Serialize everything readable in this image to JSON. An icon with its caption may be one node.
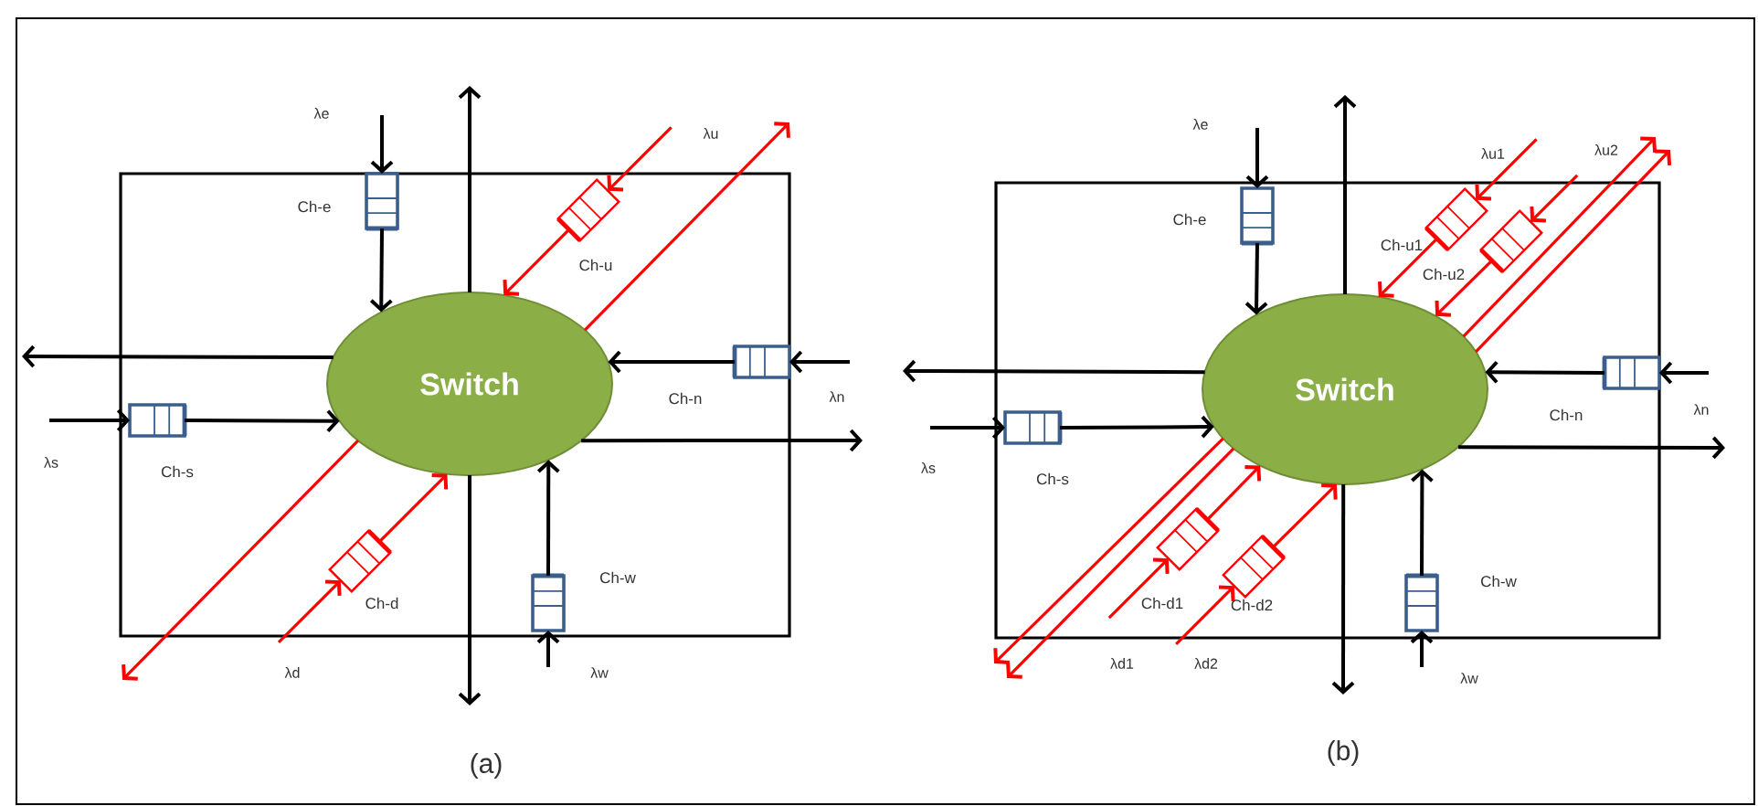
{
  "diagram": {
    "nodes": [
      {
        "text": [
          "Switch"
        ]
      },
      {
        "text": [],
        "shape": "box",
        "beside": [
          "Ch-e"
        ]
      },
      {
        "text": [],
        "shape": "box",
        "beside": [
          "Ch-s"
        ]
      },
      {
        "text": [],
        "shape": "box",
        "beside": [
          "Ch-n"
        ]
      },
      {
        "text": [],
        "shape": "box",
        "beside": [
          "Ch-w"
        ]
      },
      {
        "text": [],
        "shape": "box",
        "beside": [
          "Ch-u"
        ]
      },
      {
        "text": [],
        "shape": "box",
        "beside": [
          "Ch-d"
        ]
      },
      {
        "text": [
          "Switch"
        ]
      },
      {
        "text": [],
        "shape": "box",
        "beside": [
          "Ch-e"
        ]
      },
      {
        "text": [],
        "shape": "box",
        "beside": [
          "Ch-s"
        ]
      },
      {
        "text": [],
        "shape": "box",
        "beside": [
          "Ch-n"
        ]
      },
      {
        "text": [],
        "shape": "box",
        "beside": [
          "Ch-w"
        ]
      },
      {
        "text": [],
        "shape": "box",
        "beside": [
          "Ch-u1"
        ]
      },
      {
        "text": [],
        "shape": "box",
        "beside": [
          "Ch-u2"
        ]
      },
      {
        "text": [],
        "shape": "box",
        "beside": [
          "Ch-d1"
        ]
      },
      {
        "text": [],
        "shape": "box",
        "beside": [
          "Ch-d2"
        ]
      }
    ],
    "edges": [
      {
        "from": null,
        "to": 1,
        "arrow": "to"
      },
      {
        "from": 1,
        "to": 0,
        "arrow": "to"
      },
      {
        "from": 0,
        "to": null,
        "arrow": "to"
      },
      {
        "from": 0,
        "to": null,
        "arrow": "to"
      },
      {
        "from": null,
        "to": 2,
        "arrow": "to"
      },
      {
        "from": 2,
        "to": 0,
        "arrow": "to"
      },
      {
        "from": null,
        "to": 3,
        "arrow": "to"
      },
      {
        "from": 3,
        "to": 0,
        "arrow": "to"
      },
      {
        "from": 0,
        "to": null,
        "arrow": "to"
      },
      {
        "from": 0,
        "to": null,
        "arrow": "to"
      },
      {
        "from": null,
        "to": 4,
        "arrow": "to"
      },
      {
        "from": 4,
        "to": 0,
        "arrow": "to"
      },
      {
        "from": null,
        "to": 5,
        "arrow": "to",
        "color": "#ff0000"
      },
      {
        "from": 5,
        "to": 0,
        "arrow": "to",
        "color": "#ff0000"
      },
      {
        "from": 0,
        "to": null,
        "arrow": "to",
        "color": "#ff0000"
      },
      {
        "from": 0,
        "to": null,
        "arrow": "to",
        "color": "#ff0000"
      },
      {
        "from": null,
        "to": 6,
        "arrow": "to",
        "color": "#ff0000"
      },
      {
        "from": 6,
        "to": 0,
        "arrow": "to",
        "color": "#ff0000"
      },
      {
        "from": null,
        "to": 8,
        "arrow": "to"
      },
      {
        "from": 8,
        "to": 7,
        "arrow": "to"
      },
      {
        "from": 7,
        "to": null,
        "arrow": "to"
      },
      {
        "from": 7,
        "to": null,
        "arrow": "to"
      },
      {
        "from": null,
        "to": 9,
        "arrow": "to"
      },
      {
        "from": 9,
        "to": 7,
        "arrow": "to"
      },
      {
        "from": null,
        "to": 10,
        "arrow": "to"
      },
      {
        "from": 10,
        "to": 7,
        "arrow": "to"
      },
      {
        "from": 7,
        "to": null,
        "arrow": "to"
      },
      {
        "from": 7,
        "to": null,
        "arrow": "to"
      },
      {
        "from": null,
        "to": 11,
        "arrow": "to"
      },
      {
        "from": 11,
        "to": 7,
        "arrow": "to"
      },
      {
        "from": null,
        "to": 12,
        "arrow": "to",
        "color": "#ff0000"
      },
      {
        "from": 12,
        "to": 7,
        "arrow": "to",
        "color": "#ff0000"
      },
      {
        "from": null,
        "to": 13,
        "arrow": "to",
        "color": "#ff0000"
      },
      {
        "from": 13,
        "to": 7,
        "arrow": "to",
        "color": "#ff0000"
      },
      {
        "from": 7,
        "to": null,
        "arrow": "to",
        "color": "#ff0000"
      },
      {
        "from": 7,
        "to": null,
        "arrow": "to",
        "color": "#ff0000"
      },
      {
        "from": 7,
        "to": null,
        "arrow": "to",
        "color": "#ff0000"
      },
      {
        "from": 7,
        "to": null,
        "arrow": "to",
        "color": "#ff0000"
      },
      {
        "from": null,
        "to": 14,
        "arrow": "to",
        "color": "#ff0000"
      },
      {
        "from": 14,
        "to": 7,
        "arrow": "to",
        "color": "#ff0000"
      },
      {
        "from": null,
        "to": 15,
        "arrow": "to",
        "color": "#ff0000"
      },
      {
        "from": 15,
        "to": 7,
        "arrow": "to",
        "color": "#ff0000"
      }
    ],
    "labels": [
      "λe",
      "λs",
      "λn",
      "λw",
      "λu",
      "λd",
      "(a)",
      "λe",
      "λs",
      "λn",
      "λw",
      "λu1",
      "λu2",
      "λd1",
      "λd2",
      "(b)"
    ]
  }
}
